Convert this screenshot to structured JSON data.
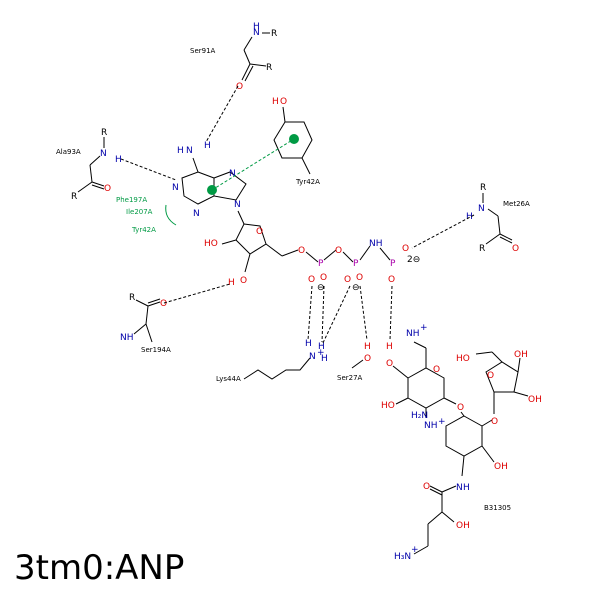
{
  "title": "3tm0:ANP",
  "colors": {
    "carbon": "#000000",
    "nitrogen": "#0000aa",
    "oxygen": "#dd0000",
    "hydrophobic": "#009a44"
  },
  "residues": {
    "ser91": "Ser91A",
    "ala93": "Ala93A",
    "tyr42_stack": "Tyr42A",
    "phe197": "Phe197A",
    "ile207": "Ile207A",
    "tyr42_contact": "Tyr42A",
    "met26": "Met26A",
    "ser194": "Ser194A",
    "lys44": "Lys44A",
    "ser27": "Ser27A",
    "ligand2": "B31305"
  }
}
